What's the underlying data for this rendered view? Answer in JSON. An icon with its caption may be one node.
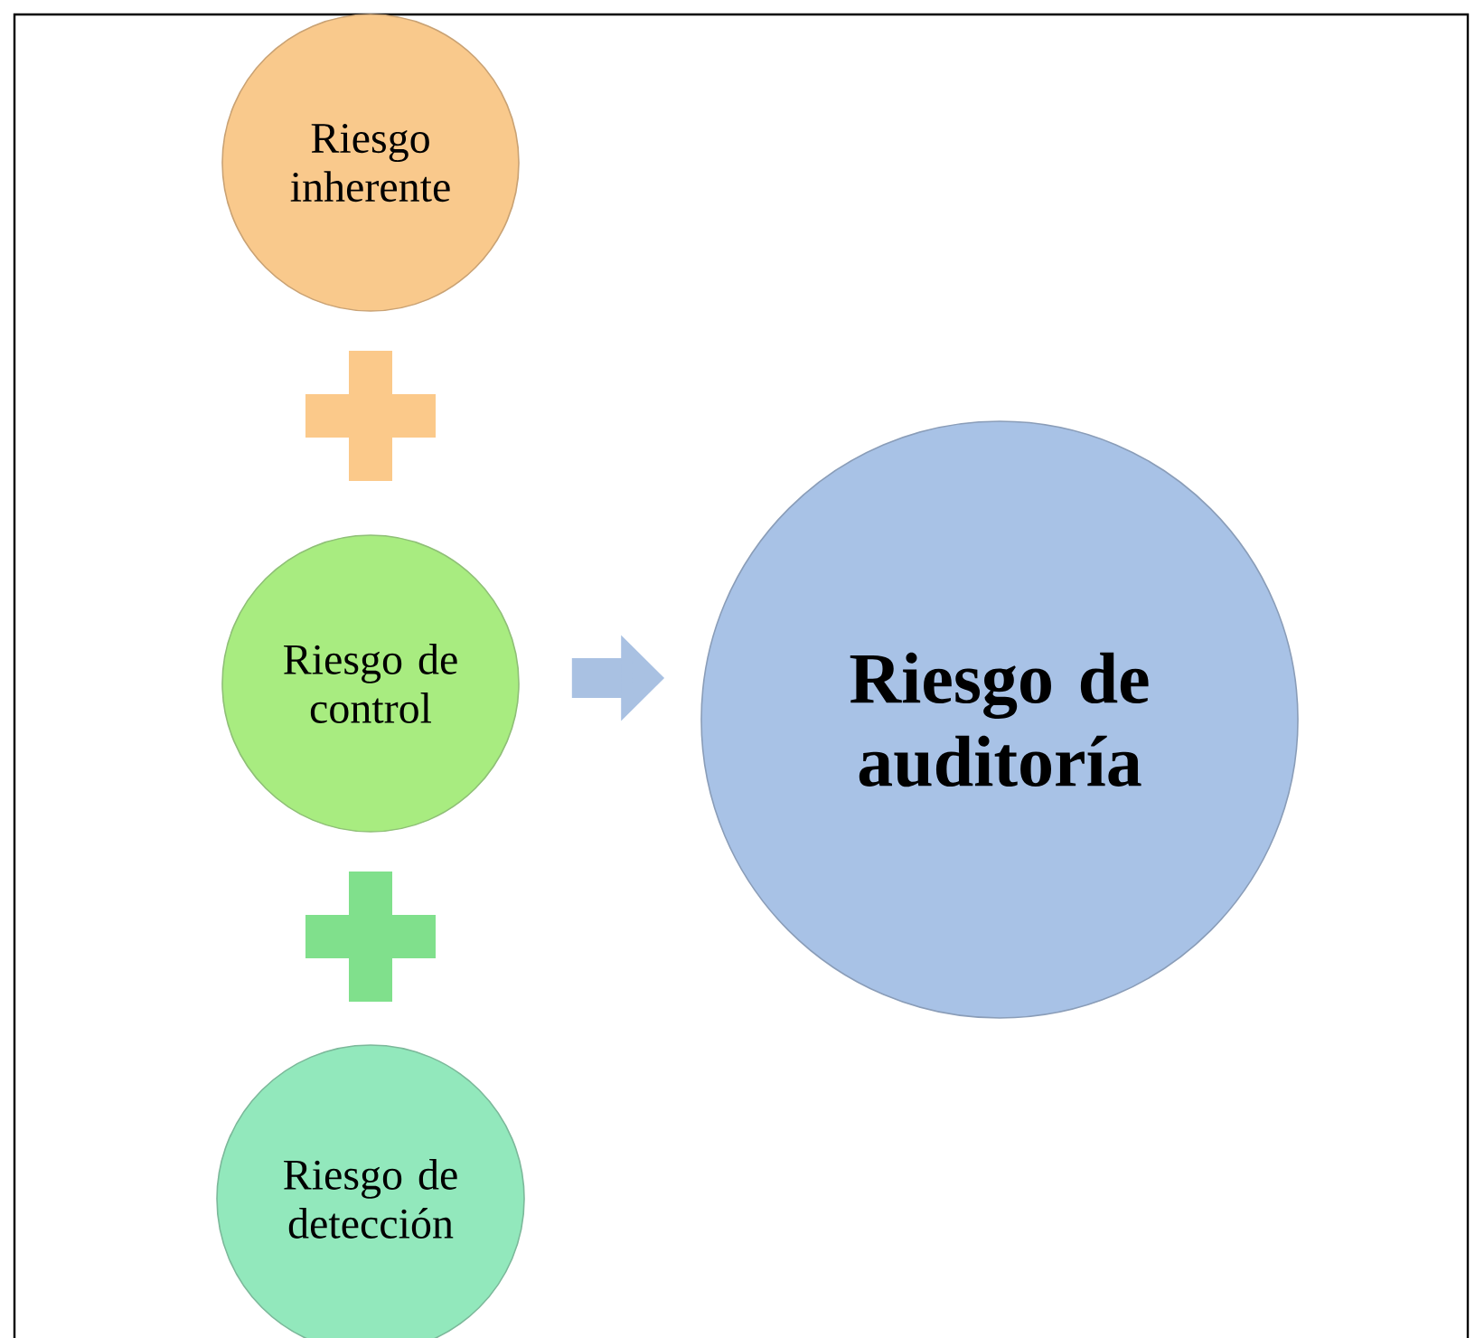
{
  "diagram": {
    "nodes": [
      {
        "text": [
          "Riesgo inherente"
        ]
      },
      {
        "text": [
          "Riesgo de control"
        ]
      },
      {
        "text": [
          "Riesgo de detección"
        ]
      },
      {
        "text": [
          "Riesgo de auditoría"
        ]
      }
    ],
    "edges": [
      {
        "from": 1,
        "to": 3,
        "arrow": "to"
      }
    ]
  }
}
